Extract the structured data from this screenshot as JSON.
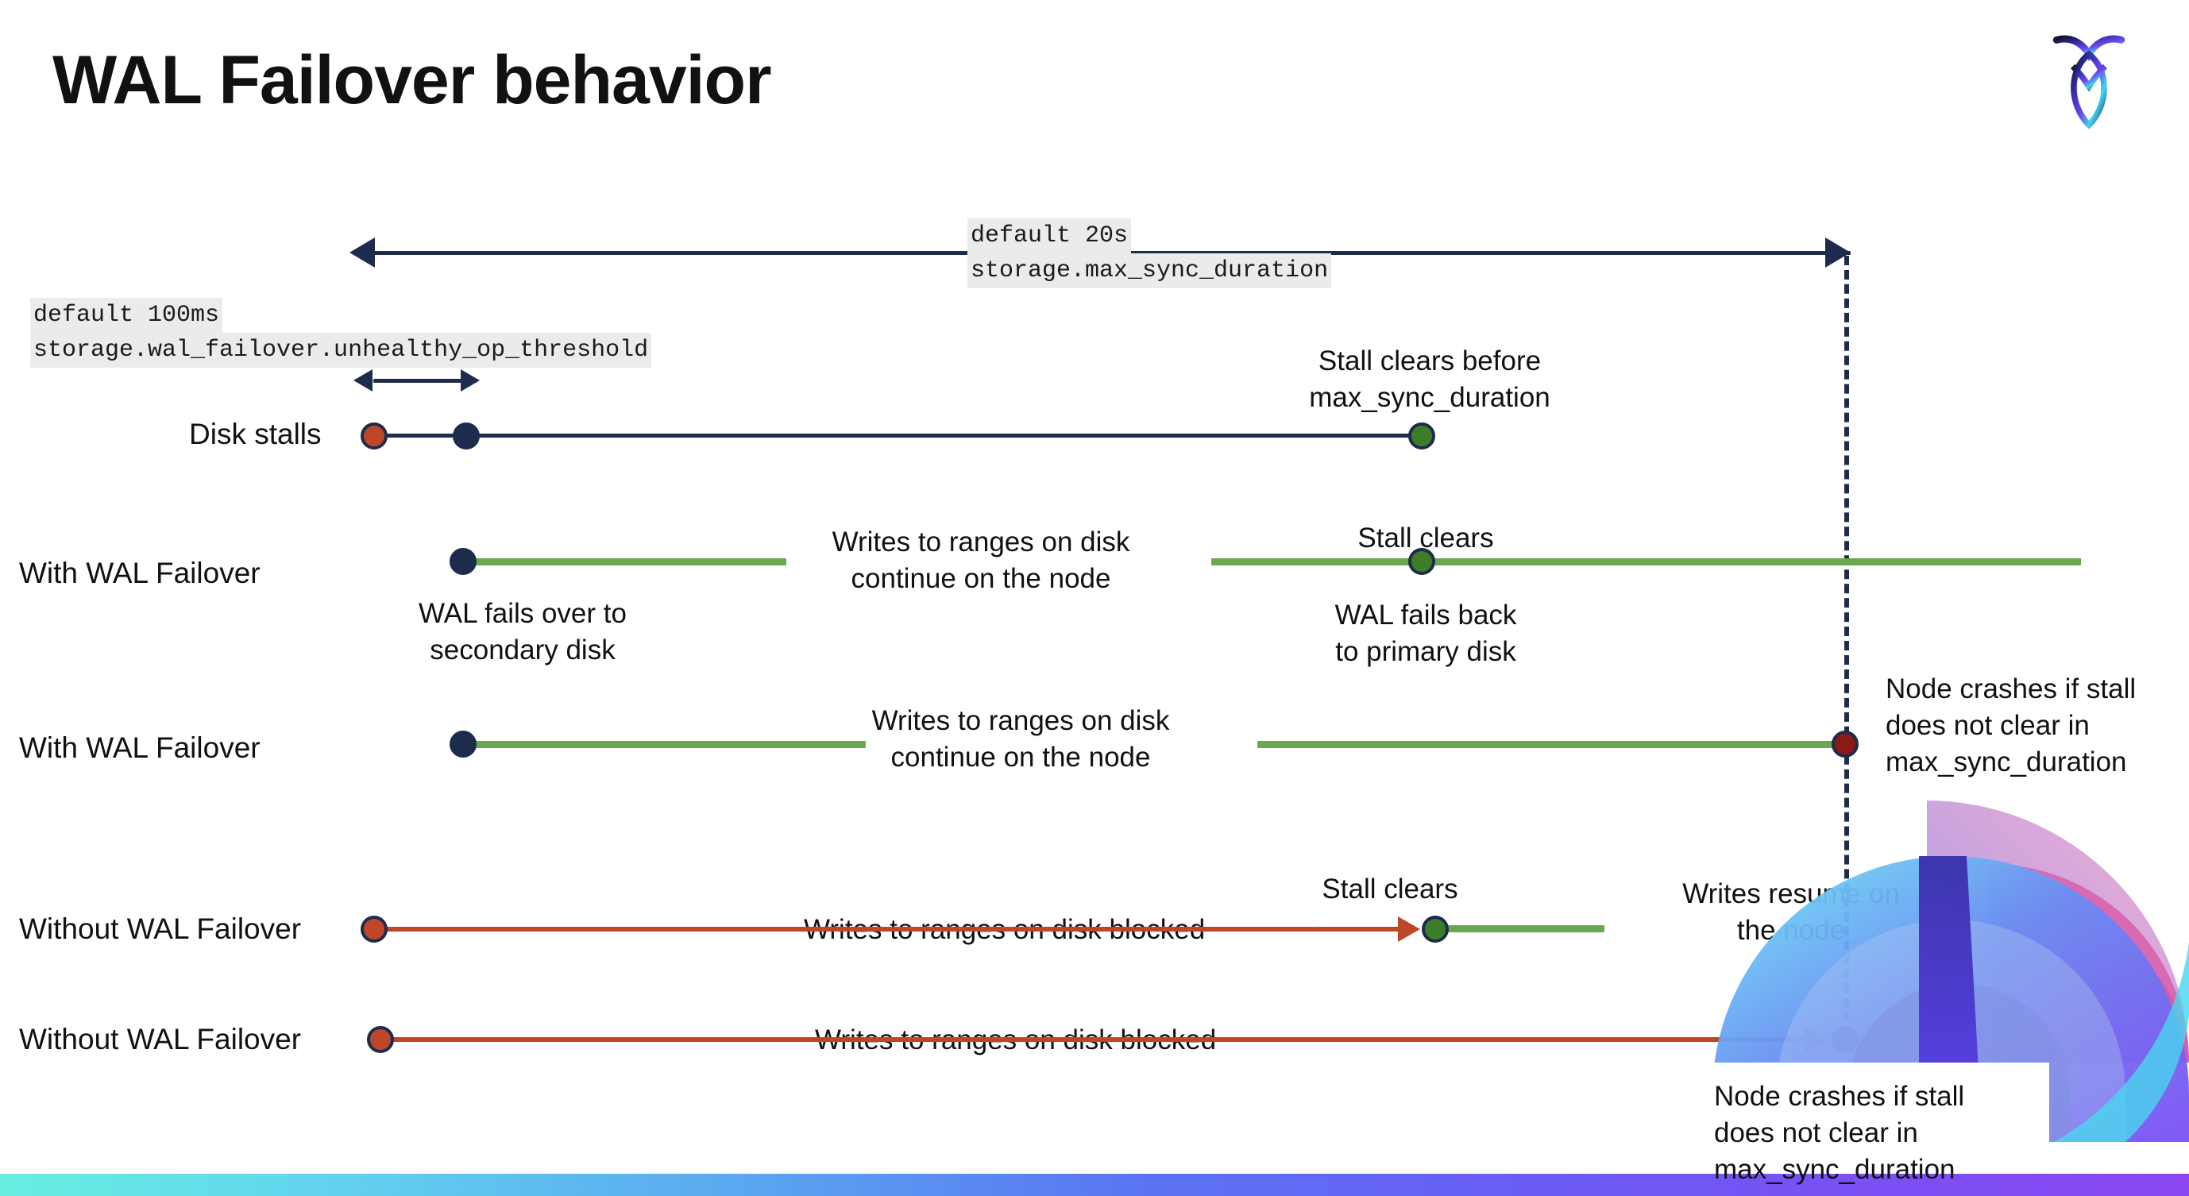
{
  "slide": {
    "title": "WAL Failover behavior",
    "logo_name": "cockroachdb-logo"
  },
  "settings": {
    "max_sync": {
      "default_label": "default 20s",
      "setting_name": "storage.max_sync_duration"
    },
    "unhealthy_threshold": {
      "default_label": "default 100ms",
      "setting_name": "storage.wal_failover.unhealthy_op_threshold"
    }
  },
  "rows": [
    {
      "label": "Disk stalls",
      "annotation": "Stall clears before\nmax_sync_duration"
    },
    {
      "label": "With WAL Failover",
      "above_left": "Writes to ranges on disk\ncontinue on the node",
      "above_right": "Stall clears",
      "below_left": "WAL fails over to\nsecondary disk",
      "below_right": "WAL fails  back\nto primary disk"
    },
    {
      "label": "With WAL Failover",
      "above_left": "Writes to ranges on disk\ncontinue on the node",
      "right_note": "Node crashes if stall\ndoes not clear in\nmax_sync_duration"
    },
    {
      "label": "Without WAL Failover",
      "mid_label": "Writes to ranges on disk  blocked",
      "above_right": "Stall clears",
      "resume_note": "Writes resume on\nthe node"
    },
    {
      "label": "Without WAL Failover",
      "mid_label": "Writes to ranges on disk  blocked",
      "right_note": "Node crashes if stall\ndoes not clear in\nmax_sync_duration"
    }
  ],
  "colors": {
    "navy": "#1d2b4d",
    "green_line": "#6aa84f",
    "green_dot": "#3d7d28",
    "orange": "#c0462a",
    "dark_red": "#8b1a16",
    "mono_bg": "#ebebeb"
  }
}
